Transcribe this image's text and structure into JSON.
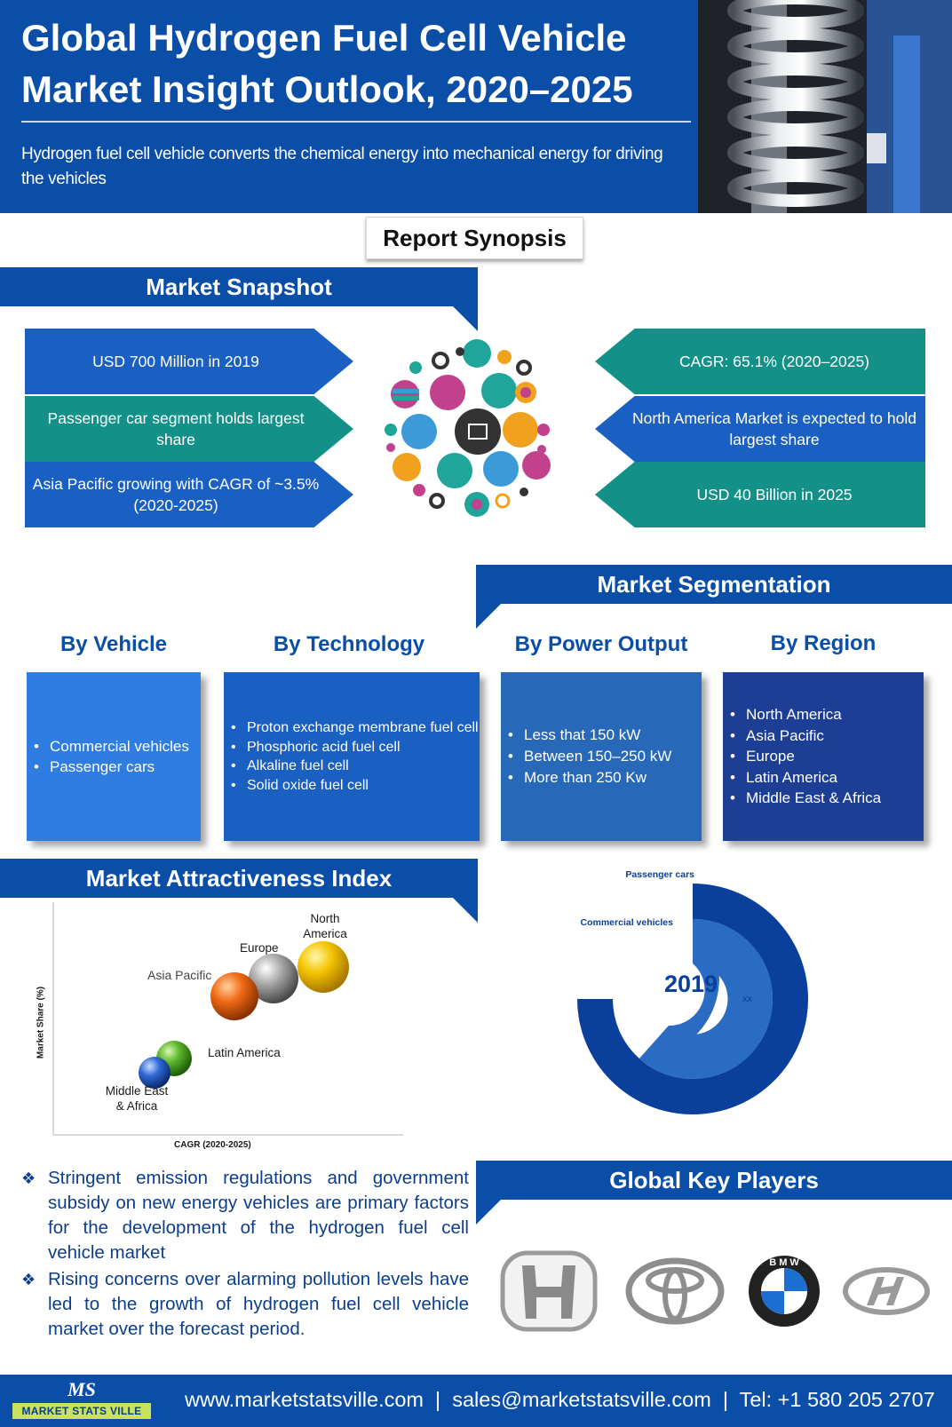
{
  "header": {
    "title": "Global Hydrogen Fuel Cell Vehicle Market Insight Outlook, 2020–2025",
    "subtitle": "Hydrogen fuel cell vehicle converts the chemical energy into mechanical energy for driving the vehicles"
  },
  "synopsis": {
    "label": "Report Synopsis"
  },
  "snapshot": {
    "title": "Market Snapshot",
    "left": [
      "USD 700 Million in 2019",
      "Passenger car segment holds largest share",
      "Asia Pacific growing with CAGR of ~3.5% (2020-2025)"
    ],
    "right": [
      "CAGR: 65.1% (2020–2025)",
      "North America Market is expected to hold largest share",
      "USD 40 Billion in 2025"
    ]
  },
  "segmentation": {
    "title": "Market Segmentation",
    "columns": [
      {
        "heading": "By Vehicle",
        "items": [
          "Commercial vehicles",
          "Passenger cars"
        ]
      },
      {
        "heading": "By Technology",
        "items": [
          "Proton exchange membrane fuel cell",
          "Phosphoric acid fuel cell",
          "Alkaline fuel cell",
          "Solid oxide fuel cell"
        ]
      },
      {
        "heading": "By Power Output",
        "items": [
          "Less that 150 kW",
          "Between 150–250 kW",
          "More than 250 Kw"
        ]
      },
      {
        "heading": "By Region",
        "items": [
          "North America",
          "Asia Pacific",
          "Europe",
          "Latin America",
          "Middle East & Africa"
        ]
      }
    ],
    "colors": [
      "#2f7de0",
      "#1a5fc2",
      "#2868b8",
      "#1c3f95"
    ]
  },
  "attractiveness": {
    "title": "Market Attractiveness Index",
    "xlabel": "CAGR (2020-2025)",
    "ylabel": "Market Share (%)",
    "labels": {
      "north_america": "North America",
      "europe": "Europe",
      "asia_pacific": "Asia Pacific",
      "latin_america": "Latin America",
      "mea": "Middle East & Africa"
    }
  },
  "donut": {
    "year": "2019",
    "inner_label": "xx",
    "series": [
      "Passenger cars",
      "Commercial vehicles"
    ],
    "colors": [
      "#0a3f9c",
      "#2a6cc4"
    ]
  },
  "bullets": [
    "Stringent emission regulations and government subsidy on new energy vehicles are primary factors for the development of the hydrogen fuel cell vehicle market",
    "Rising concerns over alarming pollution levels have led to the growth of hydrogen fuel cell vehicle market over the forecast period."
  ],
  "players": {
    "title": "Global Key Players"
  },
  "footer": {
    "brand_mark": "MS",
    "brand_name": "MARKET STATS VILLE",
    "contact": "www.marketstatsville.com  |  sales@marketstatsville.com  |  Tel: +1 580 205 2707"
  },
  "theme": {
    "primary": "#0a4ea8",
    "teal": "#139088",
    "accent": "#c9e35a"
  }
}
